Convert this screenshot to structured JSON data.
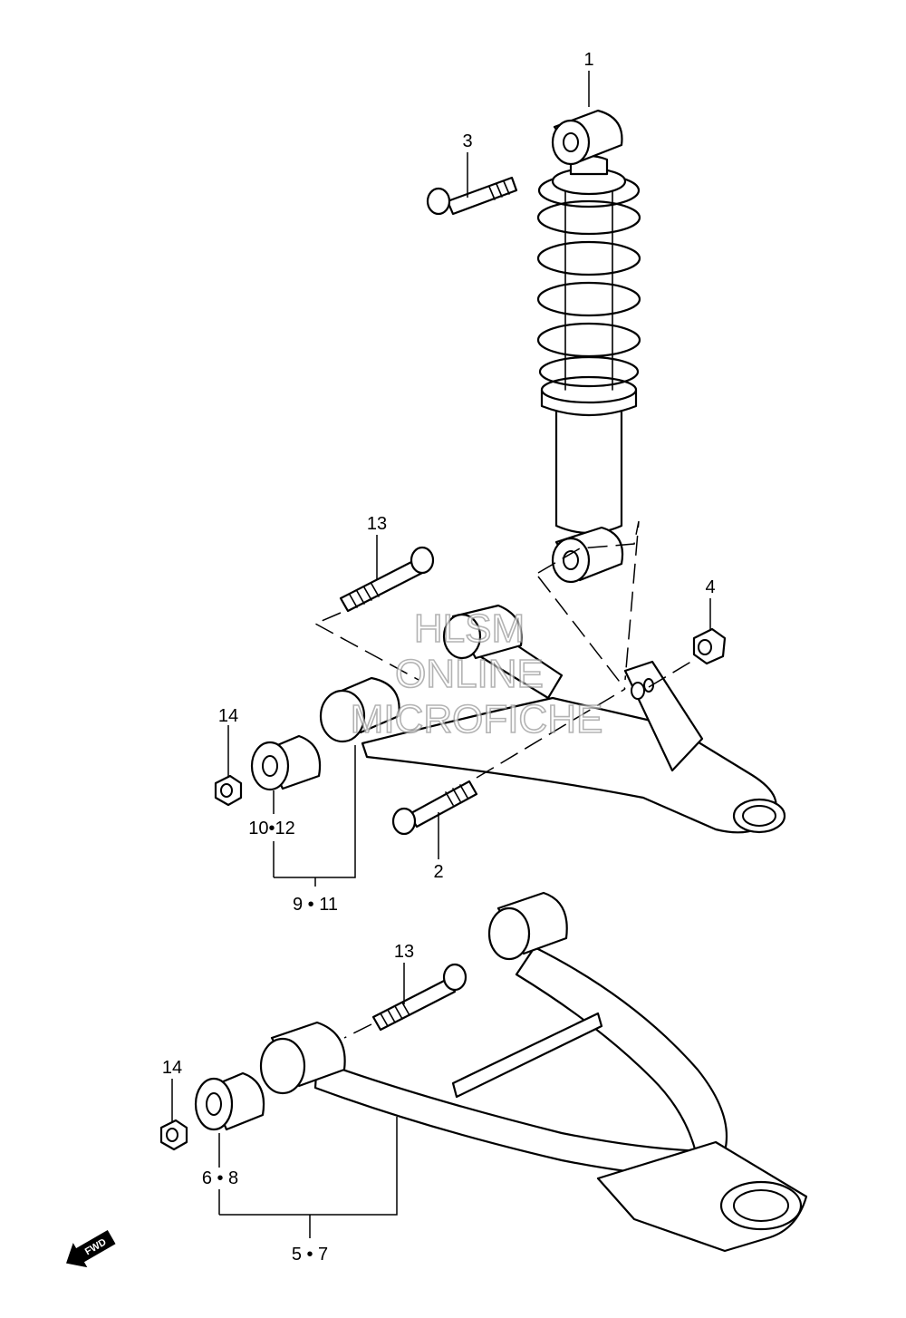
{
  "callouts": [
    {
      "id": "c1",
      "text": "1"
    },
    {
      "id": "c3",
      "text": "3"
    },
    {
      "id": "c13a",
      "text": "13"
    },
    {
      "id": "c4",
      "text": "4"
    },
    {
      "id": "c14a",
      "text": "14"
    },
    {
      "id": "c1012",
      "text": "10•12"
    },
    {
      "id": "c911",
      "text": "9 • 11"
    },
    {
      "id": "c2",
      "text": "2"
    },
    {
      "id": "c13b",
      "text": "13"
    },
    {
      "id": "c14b",
      "text": "14"
    },
    {
      "id": "c68",
      "text": "6 • 8"
    },
    {
      "id": "c57",
      "text": "5 • 7"
    }
  ],
  "watermark": {
    "line1": "HLSM",
    "line2": "ONLINE",
    "line3": "MICROFICHE"
  },
  "fwd_label": "FWD"
}
